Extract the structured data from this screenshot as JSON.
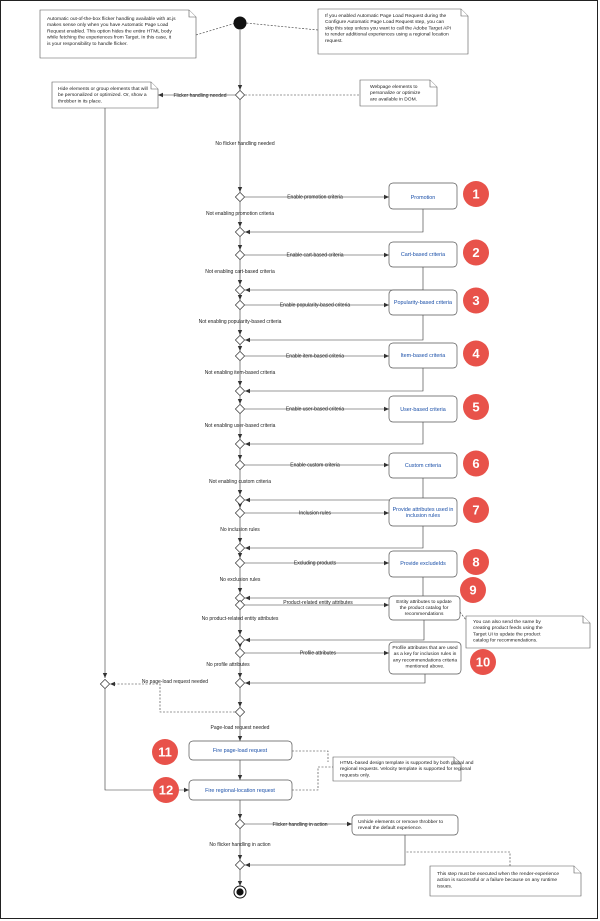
{
  "notes": {
    "flicker_intro": [
      "Automatic out-of-the-box flicker handling available with at.js",
      "makes sense only when you have Automatic Page Load",
      "Request enabled. This option hides the entire HTML body",
      "while fetching the experiences from Target. In this case, it",
      "is your responsibility to handle flicker."
    ],
    "page_load_request": [
      "If you enabled Automatic Page Load Request during the",
      "Configure Automatic Page Load Request step, you can",
      "skip this step unless you want to call the Adobe Target API",
      "to render additional experiences using a regional location",
      "request."
    ],
    "webpage_elements": [
      "Webpage elements to",
      "personalize or optimize",
      "are available in DOM."
    ],
    "hide_elements": [
      "Hide elements or group elements that will",
      "be personalized or optimized. Or, show a",
      "throbber in its place."
    ],
    "product_feeds": [
      "You can also send the same by",
      "creating product feeds using the",
      "Target UI to update the product",
      "catalog for recommendations."
    ],
    "html_template": [
      "HTML-based design template is supported by both global and",
      "regional requests. Velocity template is supported for regional",
      "requests only."
    ],
    "unhide": [
      "Unhide elements or remove throbber to",
      "reveal the default experience."
    ],
    "render_experience": [
      "This step must be executed when the render-experience",
      "action is successful or a failure because on any runtime",
      "issues."
    ]
  },
  "flicker": {
    "needed": "Flicker handling needed",
    "not_needed": "No flicker handling needed"
  },
  "criteria": [
    {
      "num": "1",
      "box": [
        "Promotion"
      ],
      "yes": "Enable promotion criteria",
      "no": "Not enabling promotion criteria"
    },
    {
      "num": "2",
      "box": [
        "Cart-based criteria"
      ],
      "yes": "Enable cart-based criteria",
      "no": "Not enabling cart-based criteria"
    },
    {
      "num": "3",
      "box": [
        "Popularity-based criteria"
      ],
      "yes": "Enable popularity-based criteria",
      "no": "Not enabling popularity-based criteria"
    },
    {
      "num": "4",
      "box": [
        "Item-based criteria"
      ],
      "yes": "Enable item-based criteria",
      "no": "Not enabling item-based criteria"
    },
    {
      "num": "5",
      "box": [
        "User-based criteria"
      ],
      "yes": "Enable user-based criteria",
      "no": "Not enabling user-based criteria"
    },
    {
      "num": "6",
      "box": [
        "Custom criteria"
      ],
      "yes": "Enable custom criteria",
      "no": "Not enabling custom criteria"
    },
    {
      "num": "7",
      "box": [
        "Provide attributes used in",
        "inclusion rules"
      ],
      "yes": "Inclusion rules",
      "no": "No inclusion rules"
    },
    {
      "num": "8",
      "box": [
        "Provide excludeIds"
      ],
      "yes": "Excluding products",
      "no": "No exclusion rules"
    }
  ],
  "entity": {
    "num": "9",
    "box": [
      "Entity attributes to update",
      "the product catalog for",
      "recommendations"
    ],
    "yes": "Product-related entity attributes",
    "no": "No product-related entity attributes"
  },
  "profile": {
    "num": "10",
    "box": [
      "Profile attributes that are used",
      "as a key for inclusion rules in",
      "any recommendations criteria",
      "mentioned above."
    ],
    "yes": "Profile attributes",
    "no": "No profile attributes"
  },
  "pageload": {
    "not_needed": "No page-load request needed",
    "needed": "Page-load request needed",
    "fire_num": "11",
    "fire_label": "Fire page-load request",
    "regional_num": "12",
    "regional_label": "Fire regional-location request"
  },
  "final": {
    "in_action": "Flicker handling in action",
    "not_in_action": "No flicker handling in action"
  },
  "colors": {
    "badge": "#e8524a",
    "link": "#1a4fa8"
  }
}
